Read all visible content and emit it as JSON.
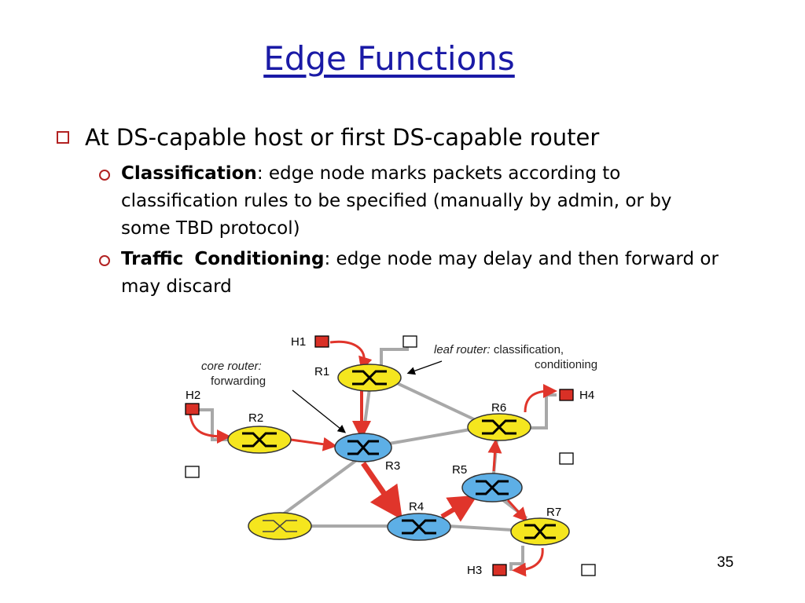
{
  "slide": {
    "title": "Edge Functions",
    "page_number": "35"
  },
  "bullets": {
    "main": "At DS-capable host or first DS-capable router",
    "sub1_term": "Classification",
    "sub1_text": ": edge node marks packets according to classification rules to be specified (manually by admin, or by some TBD protocol)",
    "sub2_term": "Traffic  Conditioning",
    "sub2_text": ": edge node may delay and then forward or may discard"
  },
  "diagram": {
    "colors": {
      "edge_router": "#f5e61e",
      "core_router": "#5dafe6",
      "host": "#d93026",
      "flow": "#e0352b",
      "link": "#a8a8a8"
    },
    "labels": {
      "h1": "H1",
      "h2": "H2",
      "h3": "H3",
      "h4": "H4",
      "r1": "R1",
      "r2": "R2",
      "r3": "R3",
      "r4": "R4",
      "r5": "R5",
      "r6": "R6",
      "r7": "R7"
    },
    "annotations": {
      "core_italic": "core router:",
      "core_desc": "forwarding",
      "leaf_italic": "leaf router:",
      "leaf_desc1": " classification,",
      "leaf_desc2": "conditioning"
    }
  }
}
